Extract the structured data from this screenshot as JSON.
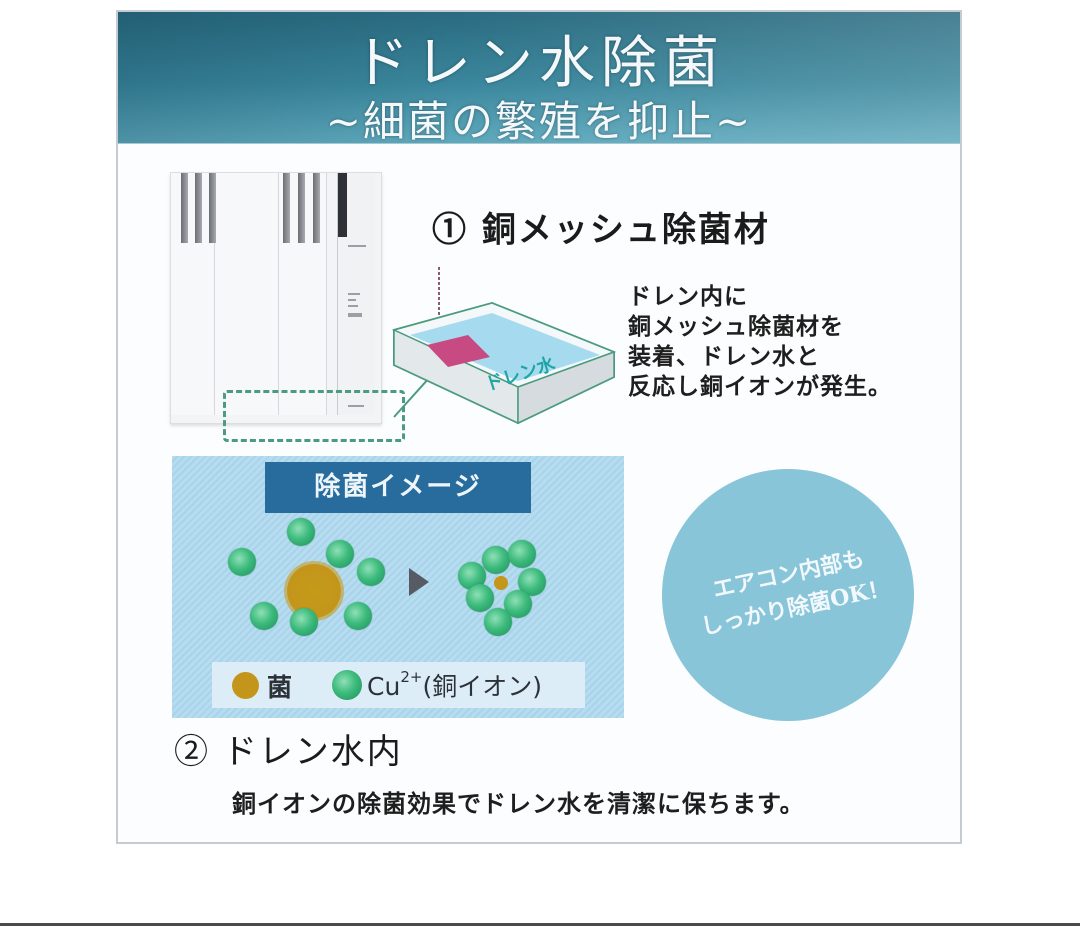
{
  "header": {
    "title": "ドレン水除菌",
    "subtitle": "~細菌の繁殖を抑止~",
    "gradient_colors": [
      "#2a6b80",
      "#3a869c",
      "#5fa9bd"
    ]
  },
  "section1": {
    "title": "① 銅メッシュ除菌材",
    "description_lines": [
      "ドレン内に",
      "銅メッシュ除菌材を",
      "装着、ドレン水と",
      "反応し銅イオンが発生。"
    ],
    "tray_label": "ドレン水"
  },
  "image_panel": {
    "title": "除菌イメージ",
    "legend": {
      "germ_label": "菌",
      "ion_label_prefix": "Cu",
      "ion_label_sup": "2+",
      "ion_label_suffix": "(銅イオン)"
    },
    "colors": {
      "panel_title_bg": "#276c9c",
      "germ": "#c3961b",
      "ion": "#3dbb7d",
      "arrow": "#575b66"
    }
  },
  "badge": {
    "line1": "エアコン内部も",
    "line2": "しっかり除菌OK！",
    "color": "#88c5d9"
  },
  "section2": {
    "title": "② ドレン水内",
    "description": "銅イオンの除菌効果でドレン水を清潔に保ちます。"
  }
}
